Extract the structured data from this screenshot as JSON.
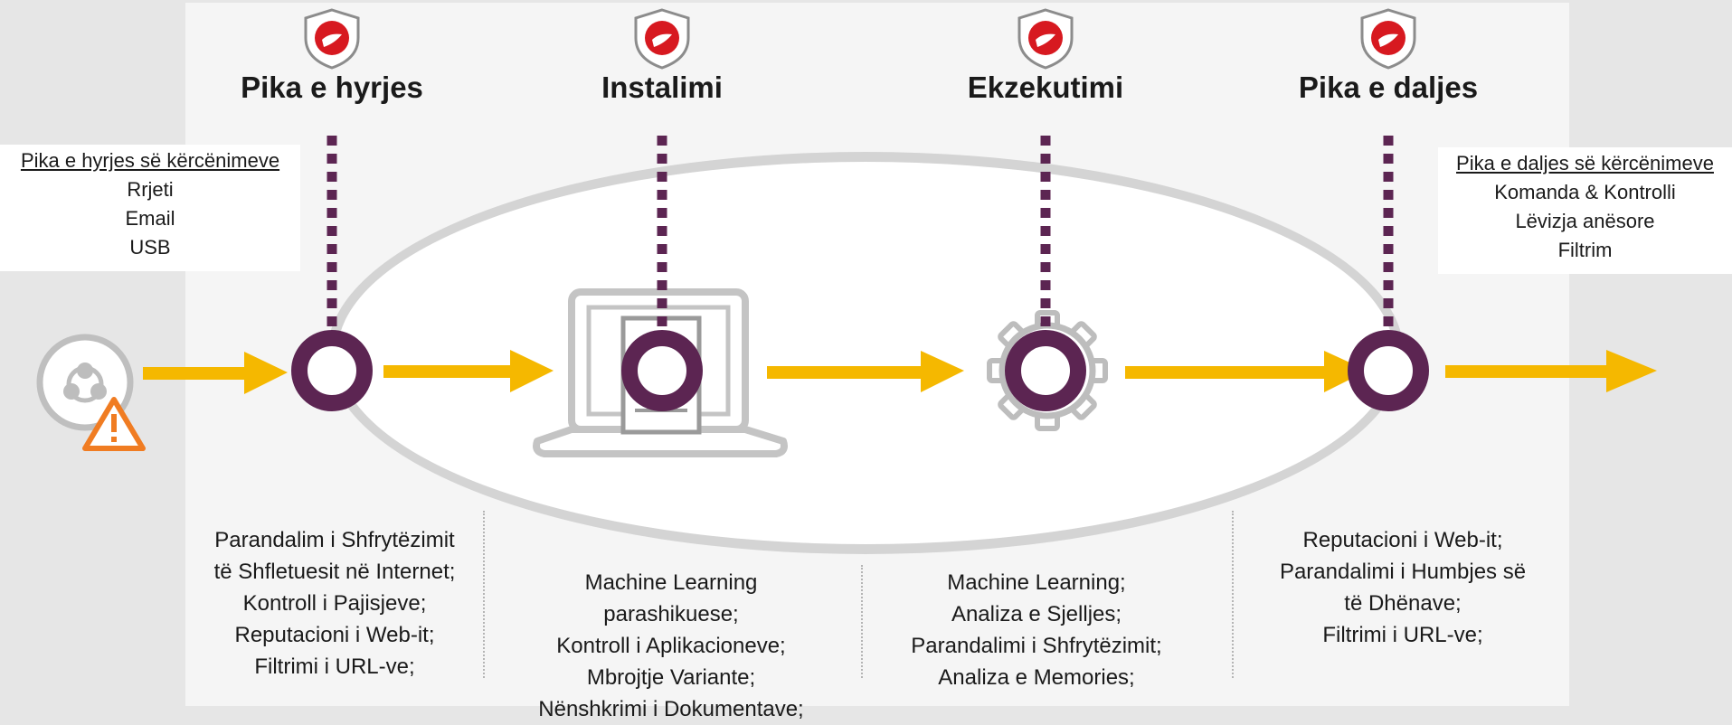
{
  "stages": [
    {
      "title": "Pika e hyrjes",
      "icon": "shield-icon"
    },
    {
      "title": "Instalimi",
      "icon": "shield-icon"
    },
    {
      "title": "Ekzekutimi",
      "icon": "shield-icon"
    },
    {
      "title": "Pika e daljes",
      "icon": "shield-icon"
    }
  ],
  "entry_box": {
    "heading": "Pika e hyrjes së kërcënimeve",
    "items": [
      "Rrjeti",
      "Email",
      "USB"
    ]
  },
  "exit_box": {
    "heading": "Pika e daljes së kërcënimeve",
    "items": [
      "Komanda & Kontrolli",
      "Lëvizja anësore",
      "Filtrim"
    ]
  },
  "protections": [
    {
      "lines": [
        "Parandalim i Shfrytëzimit",
        "të Shfletuesit në Internet;",
        "Kontroll i Pajisjeve;",
        "Reputacioni i Web-it;",
        "Filtrimi i URL-ve;"
      ]
    },
    {
      "lines": [
        "Machine Learning",
        "parashikuese;",
        "Kontroll i Aplikacioneve;",
        "Mbrojtje Variante;",
        "Nënshkrimi i Dokumentave;"
      ]
    },
    {
      "lines": [
        "Machine Learning;",
        "Analiza e Sjelljes;",
        "Parandalimi i Shfrytëzimit;",
        "Analiza e Memories;"
      ]
    },
    {
      "lines": [
        "Reputacioni i Web-it;",
        "Parandalimi i Humbjes së",
        "të Dhënave;",
        "Filtrimi i URL-ve;"
      ]
    }
  ],
  "icons": {
    "threat": "biohazard-warning-icon",
    "install": "laptop-document-icon",
    "execute": "gear-play-icon"
  },
  "colors": {
    "accent_purple": "#5c2552",
    "arrow_yellow": "#f5b800",
    "shield_red": "#d71920",
    "warning_orange": "#f07c22"
  }
}
